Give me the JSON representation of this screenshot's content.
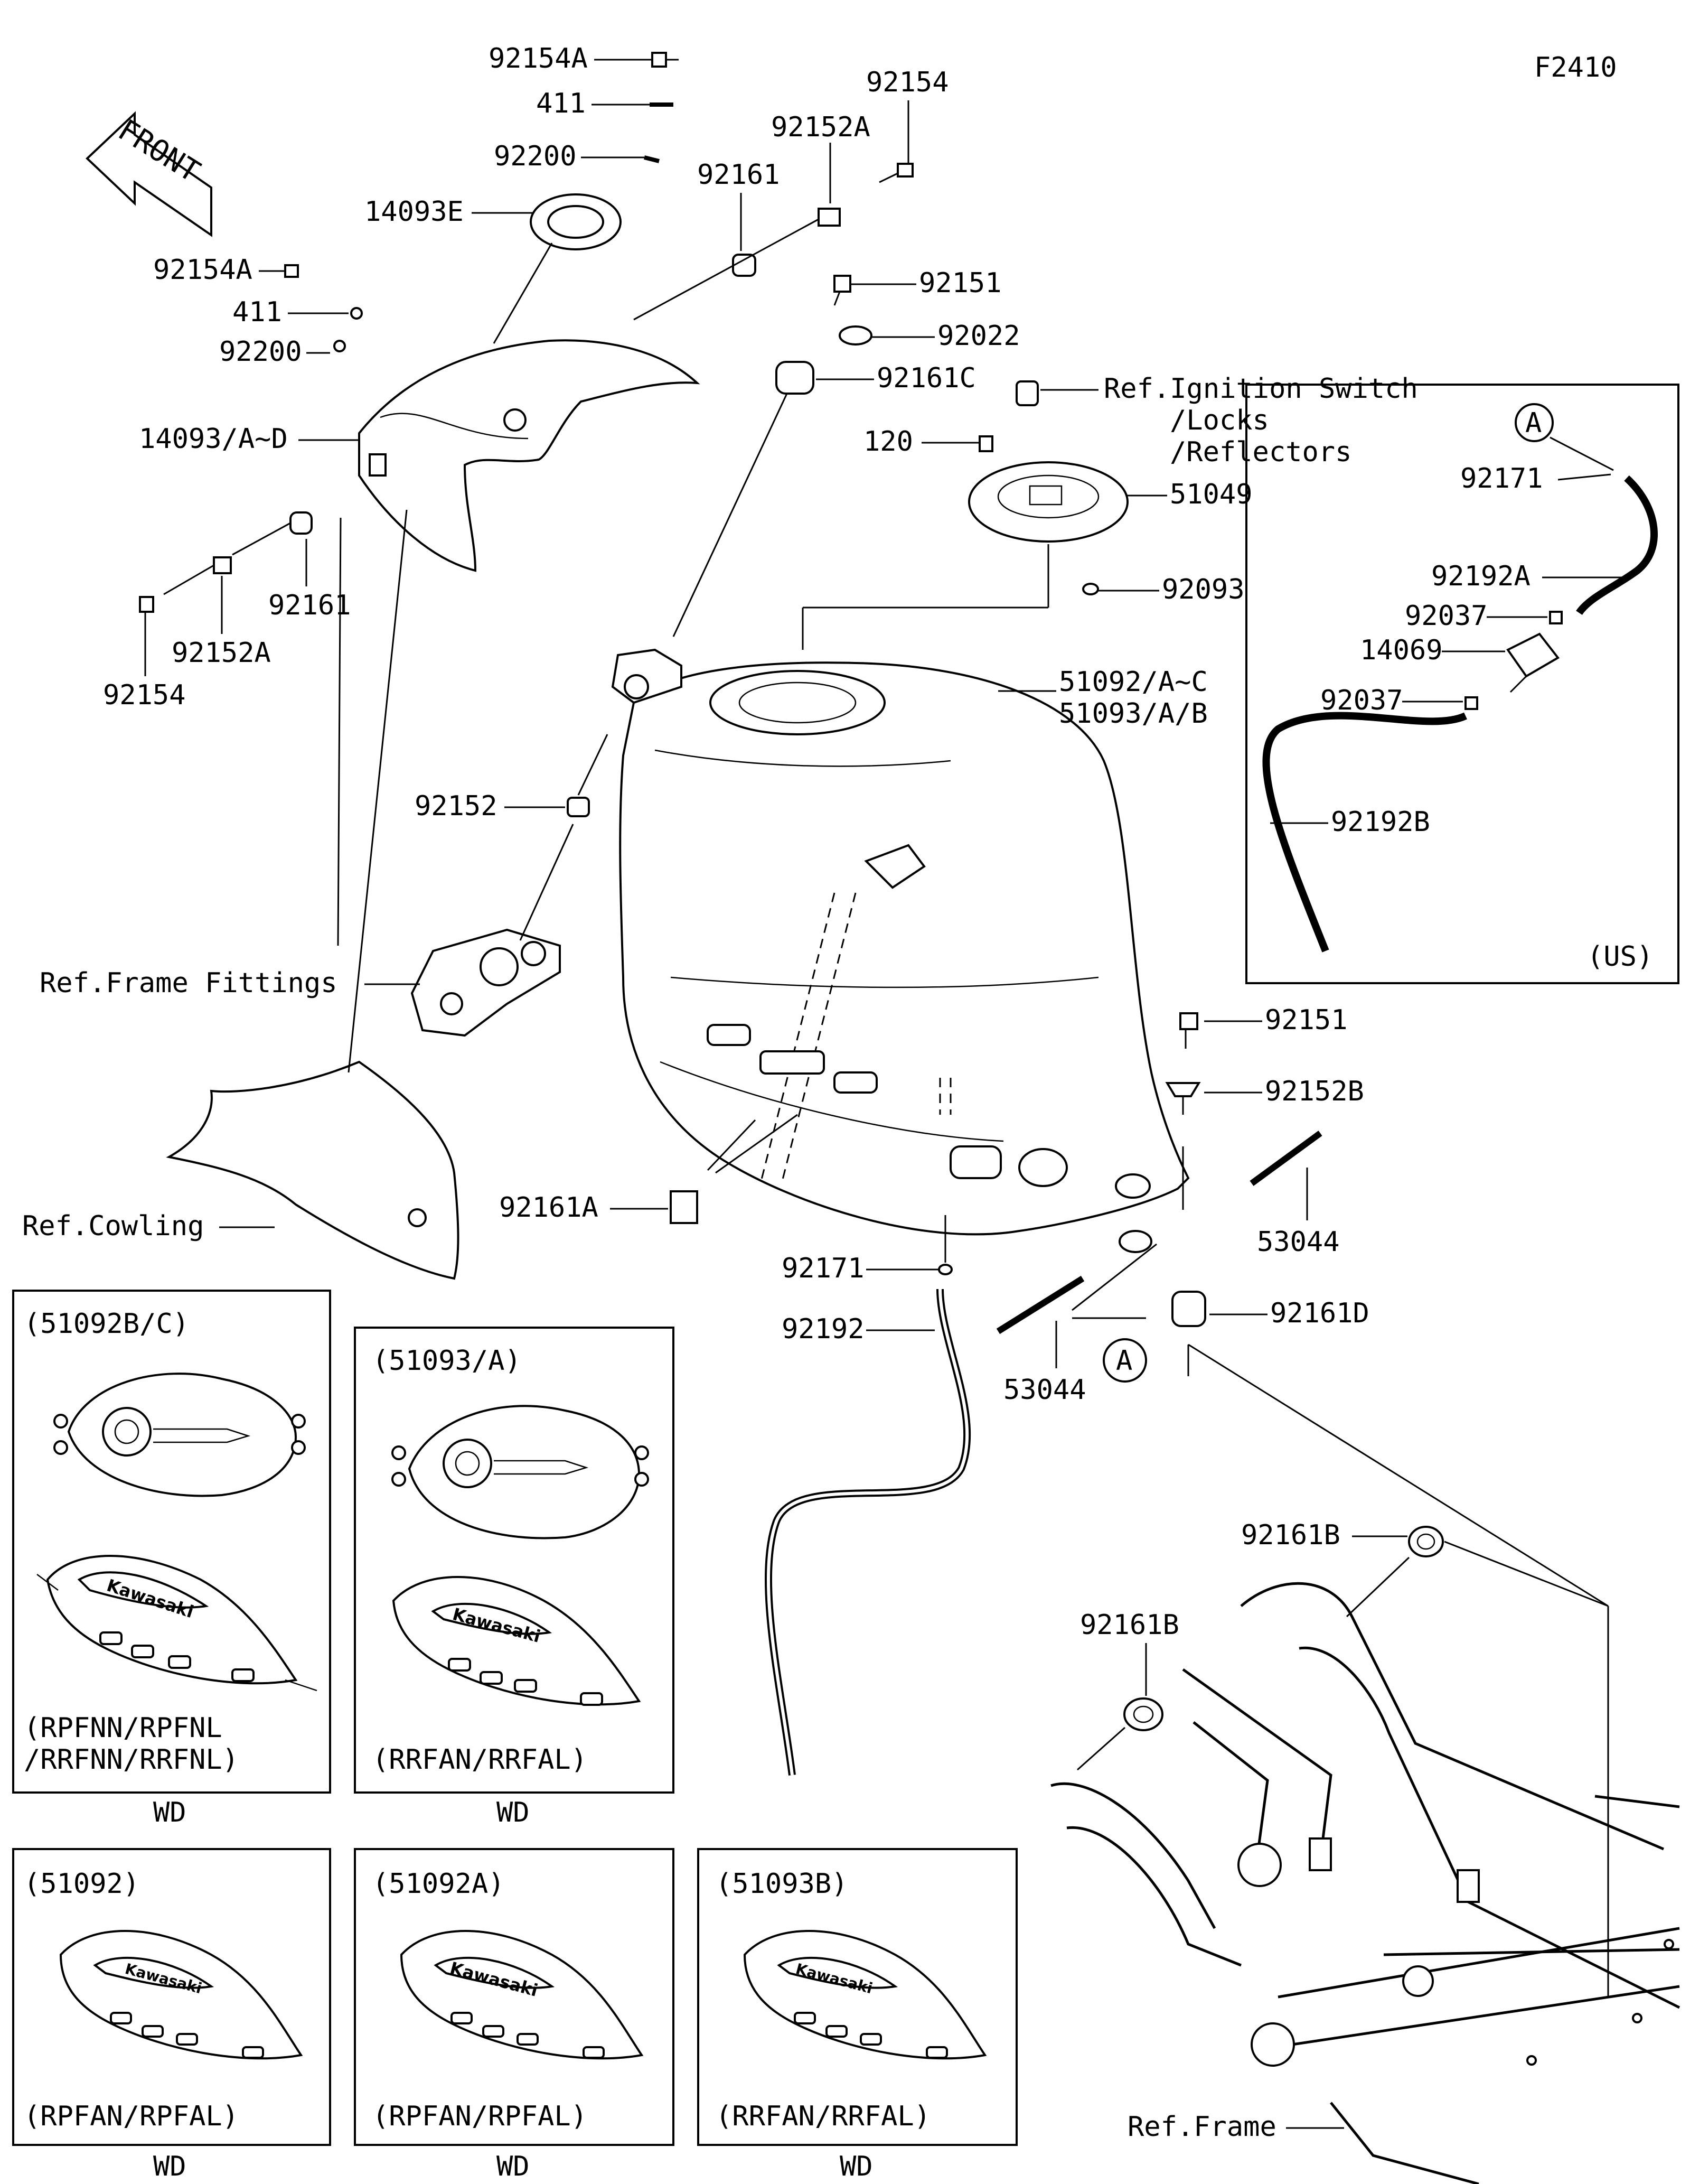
{
  "diagram_code": "F2410",
  "front_arrow": "FRONT",
  "callouts": {
    "p92154A_top": "92154A",
    "p411_top": "411",
    "p92200_top": "92200",
    "p14093E": "14093E",
    "p92154A_left": "92154A",
    "p411_left": "411",
    "p92200_left": "92200",
    "p14093AD": "14093/A~D",
    "p92154_right": "92154",
    "p92152A_top": "92152A",
    "p92161_top": "92161",
    "p92151_top": "92151",
    "p92022": "92022",
    "p92161C": "92161C",
    "ref_ignition_1": "Ref.Ignition Switch",
    "ref_ignition_2": "/Locks",
    "ref_ignition_3": "/Reflectors",
    "p120": "120",
    "p51049": "51049",
    "p92093": "92093",
    "p51092AC": "51092/A~C",
    "p51093AB": "51093/A/B",
    "p92161_left": "92161",
    "p92152A_left": "92152A",
    "p92154_left": "92154",
    "p92152": "92152",
    "ref_frame_fittings": "Ref.Frame Fittings",
    "ref_cowling": "Ref.Cowling",
    "p92161A": "92161A",
    "p92151_mid": "92151",
    "p92152B": "92152B",
    "p53044_right": "53044",
    "p92161D": "92161D",
    "p92171_mid": "92171",
    "p92192": "92192",
    "p53044_mid": "53044",
    "marker_a_mid": "A",
    "p92161B_top": "92161B",
    "p92161B_mid": "92161B",
    "ref_frame": "Ref.Frame"
  },
  "us_inset": {
    "marker": "A",
    "p92171": "92171",
    "p92192A": "92192A",
    "p92037_top": "92037",
    "p14069": "14069",
    "p92037_bottom": "92037",
    "p92192B": "92192B",
    "region": "(US)"
  },
  "variants": [
    {
      "part": "(51092B/C)",
      "models_1": "(RPFNN/RPFNL",
      "models_2": "/RRFNN/RRFNL)",
      "region": "WD",
      "logo": "Kawasaki"
    },
    {
      "part": "(51093/A)",
      "models_1": "(RRFAN/RRFAL)",
      "models_2": "",
      "region": "WD",
      "logo": "Kawasaki"
    },
    {
      "part": "(51092)",
      "models_1": "(RPFAN/RPFAL)",
      "models_2": "",
      "region": "WD",
      "logo": "Kawasaki"
    },
    {
      "part": "(51092A)",
      "models_1": "(RPFAN/RPFAL)",
      "models_2": "",
      "region": "WD",
      "logo": "Kawasaki"
    },
    {
      "part": "(51093B)",
      "models_1": "(RRFAN/RRFAL)",
      "models_2": "",
      "region": "WD",
      "logo": "Kawasaki"
    }
  ]
}
